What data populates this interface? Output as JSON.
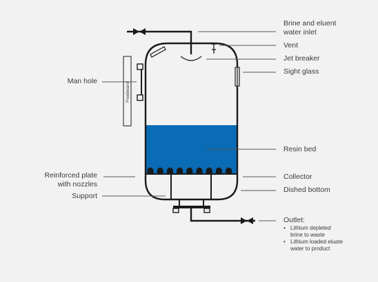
{
  "colors": {
    "background": "#f2f2f2",
    "stroke": "#1a1a1a",
    "resin": "#0a6bb6",
    "leader": "#555555",
    "text": "#3a3a3a"
  },
  "labels": {
    "brine_inlet": [
      "Brine and eluent",
      "water inlet"
    ],
    "vent": "Vent",
    "jet_breaker": "Jet breaker",
    "sight_glass": "Sight glass",
    "man_hole": "Man hole",
    "freeboard": "Freeboard",
    "resin_bed": "Resin bed",
    "reinforced_plate": [
      "Reinforced plate",
      "with nozzles"
    ],
    "collector": "Collector",
    "dished_bottom": "Dished bottom",
    "support": "Support",
    "outlet": {
      "title": "Outlet:",
      "items": [
        [
          "Lithium depleted",
          "brine to waste"
        ],
        [
          "Lithium loaded eluate",
          "water to product"
        ]
      ]
    }
  },
  "icons": [
    "inlet-valve-icon",
    "outlet-valve-icon"
  ]
}
